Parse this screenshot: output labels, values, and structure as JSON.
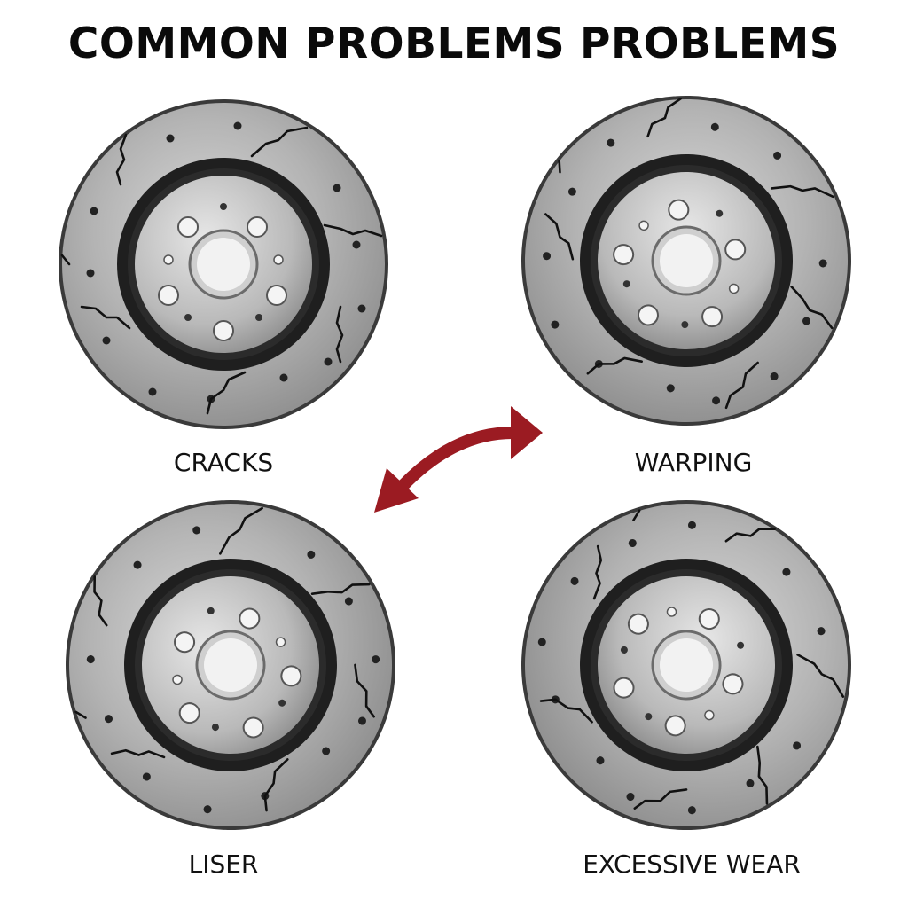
{
  "title": "COMMON PROBLEMS PROBLEMS",
  "panels": [
    {
      "label": "CRACKS"
    },
    {
      "label": "WARPING"
    },
    {
      "label": "LISER"
    },
    {
      "label": "EXCESSIVE WEAR"
    }
  ],
  "colors": {
    "arrow": "#9b1b22",
    "text": "#111111",
    "disc": "#a9a9a9"
  },
  "icons": {
    "rotor": "brake-rotor-icon",
    "arrow": "curved-double-arrow-icon"
  }
}
